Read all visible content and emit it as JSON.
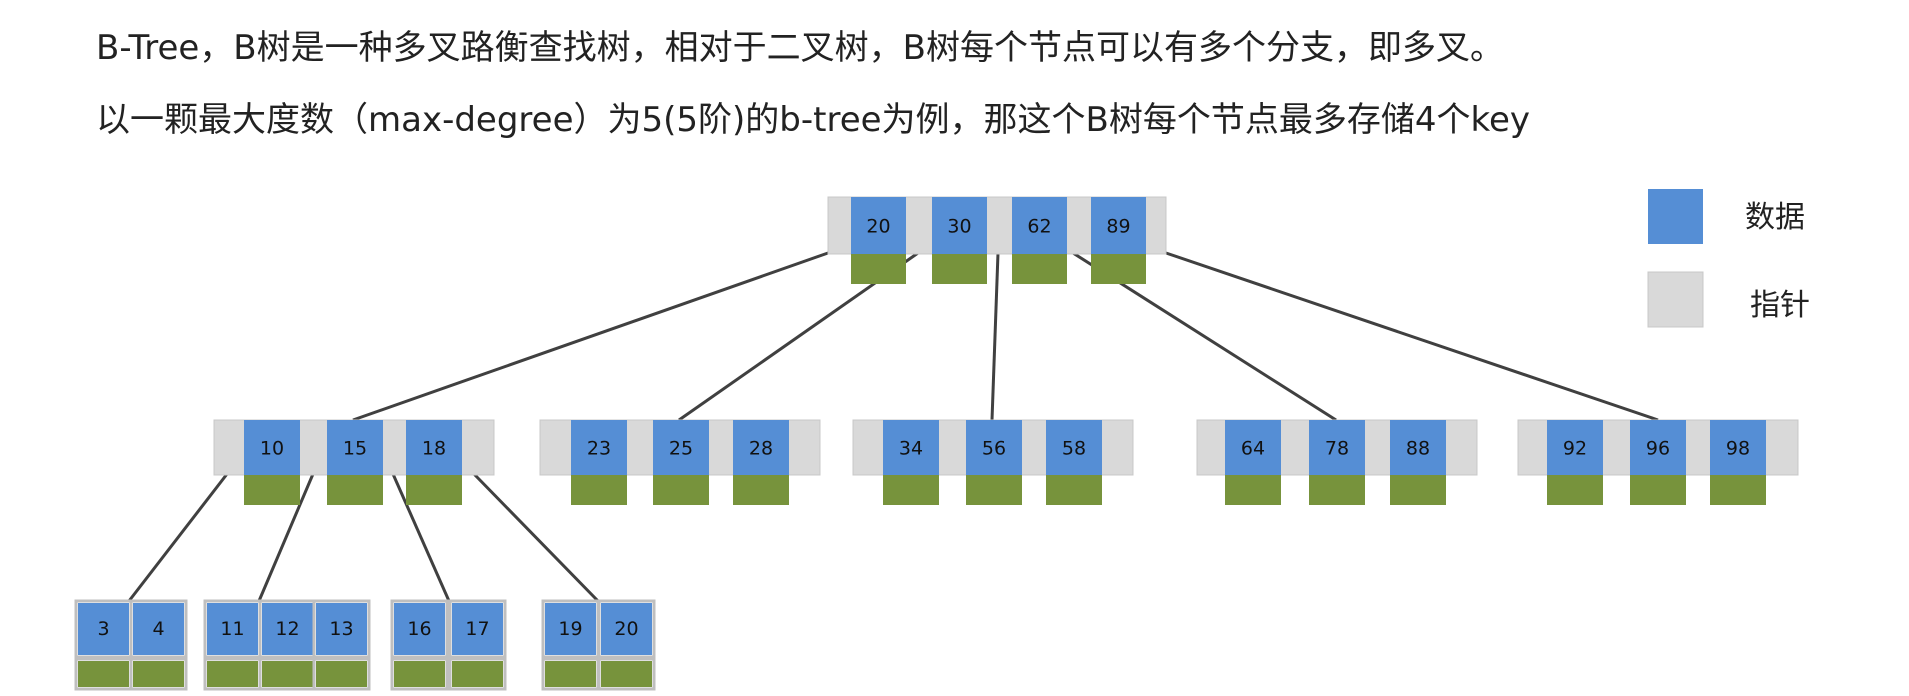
{
  "heading": {
    "line1": "B-Tree，B树是一种多叉路衡查找树，相对于二叉树，B树每个节点可以有多个分支，即多叉。",
    "line2": "以一颗最大度数（max-degree）为5(5阶)的b-tree为例，那这个B树每个节点最多存储4个key"
  },
  "legend": {
    "data": "数据",
    "pointer": "指针"
  },
  "colors": {
    "data": "#558ED5",
    "pointer": "#D9D9D9",
    "child_pointer": "#77933C",
    "edge": "#404040"
  },
  "tree": {
    "root": {
      "keys": [
        "20",
        "30",
        "62",
        "89"
      ]
    },
    "level1": [
      {
        "keys": [
          "10",
          "15",
          "18"
        ]
      },
      {
        "keys": [
          "23",
          "25",
          "28"
        ]
      },
      {
        "keys": [
          "34",
          "56",
          "58"
        ]
      },
      {
        "keys": [
          "64",
          "78",
          "88"
        ]
      },
      {
        "keys": [
          "92",
          "96",
          "98"
        ]
      }
    ],
    "level2": [
      {
        "keys": [
          "3",
          "4"
        ]
      },
      {
        "keys": [
          "11",
          "12",
          "13"
        ]
      },
      {
        "keys": [
          "16",
          "17"
        ]
      },
      {
        "keys": [
          "19",
          "20"
        ]
      }
    ]
  }
}
